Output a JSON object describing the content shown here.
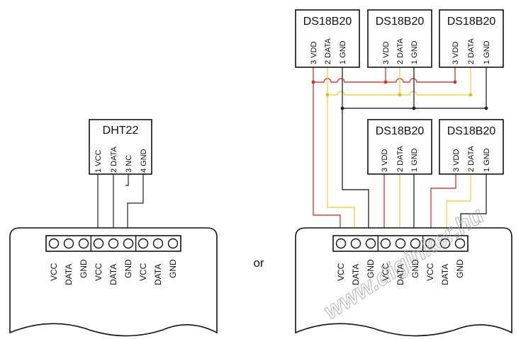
{
  "left": {
    "sensor": {
      "name": "DHT22",
      "pins": [
        "1 VCC",
        "2 DATA",
        "3 NC",
        "4 GND"
      ]
    },
    "terminal_labels": [
      "VCC",
      "DATA",
      "GND",
      "VCC",
      "DATA",
      "GND",
      "VCC",
      "DATA",
      "GND"
    ]
  },
  "separator": "or",
  "right": {
    "sensors": [
      {
        "name": "DS18B20",
        "pins": [
          "3 VDD",
          "2 DATA",
          "1 GND"
        ]
      },
      {
        "name": "DS18B20",
        "pins": [
          "3 VDD",
          "2 DATA",
          "1 GND"
        ]
      },
      {
        "name": "DS18B20",
        "pins": [
          "3 VDD",
          "2 DATA",
          "1 GND"
        ]
      },
      {
        "name": "DS18B20",
        "pins": [
          "3 VDD",
          "2 DATA",
          "1 GND"
        ]
      },
      {
        "name": "DS18B20",
        "pins": [
          "3 VDD",
          "2 DATA",
          "1 GND"
        ]
      }
    ],
    "terminal_labels": [
      "VCC",
      "DATA",
      "GND",
      "VCC",
      "DATA",
      "GND",
      "VCC",
      "DATA",
      "GND"
    ]
  },
  "watermark": "www.diginker.hu",
  "colors": {
    "vcc_wire": "#e0403a",
    "data_wire": "#f2d24a",
    "gnd_wire": "#333333",
    "outline": "#111111"
  }
}
